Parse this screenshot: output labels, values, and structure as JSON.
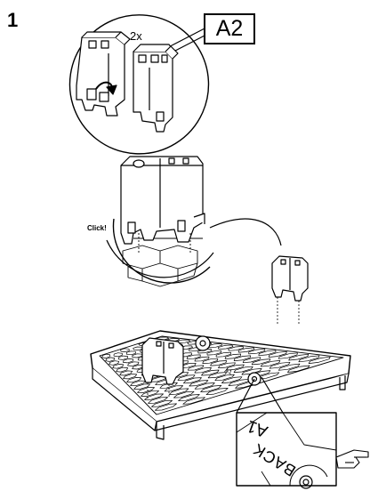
{
  "step": {
    "number": "1",
    "quantity": "2x",
    "part_code": "A2",
    "click_text": "Click!"
  },
  "base_markings": {
    "part_code": "A1",
    "side_label": "BACK"
  },
  "icons": [
    "clip-part-icon",
    "rotate-arrow-icon",
    "pointing-hand-icon"
  ]
}
